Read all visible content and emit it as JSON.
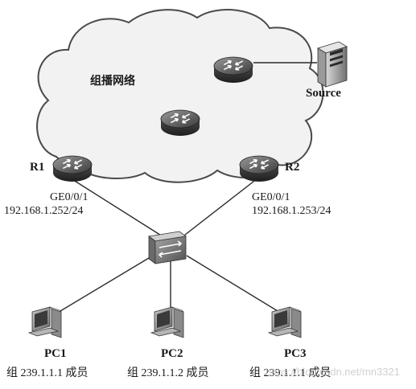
{
  "network": {
    "cloud_label": "组播网络"
  },
  "nodes": {
    "source": {
      "label": "Source",
      "icon": "server-icon"
    },
    "r1": {
      "label": "R1",
      "interface": "GE0/0/1",
      "ip": "192.168.1.252/24",
      "icon": "router-icon"
    },
    "r2": {
      "label": "R2",
      "interface": "GE0/0/1",
      "ip": "192.168.1.253/24",
      "icon": "router-icon"
    },
    "switch": {
      "icon": "switch-icon"
    },
    "pc1": {
      "label": "PC1",
      "group": "组 239.1.1.1 成员",
      "icon": "pc-icon"
    },
    "pc2": {
      "label": "PC2",
      "group": "组 239.1.1.2 成员",
      "icon": "pc-icon"
    },
    "pc3": {
      "label": "PC3",
      "group": "组 239.1.1.1 成员",
      "icon": "pc-icon"
    }
  },
  "watermark": "https://blog.csdn.net/mn3321"
}
